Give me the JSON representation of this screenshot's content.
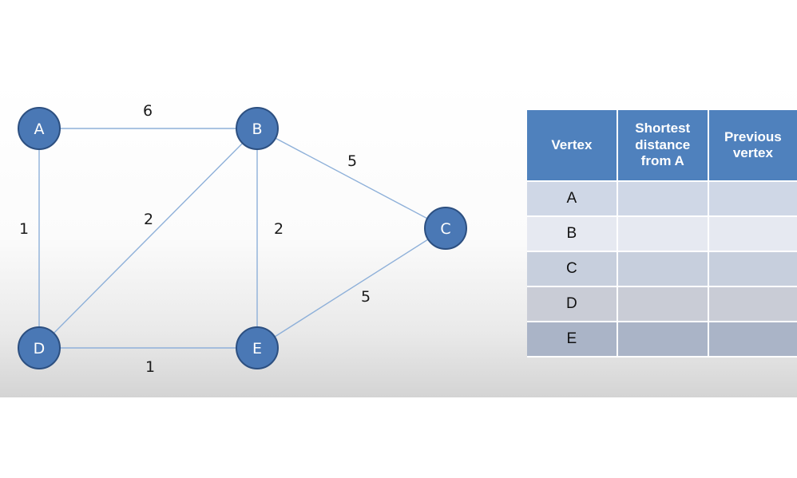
{
  "graph": {
    "nodes": {
      "A": "A",
      "B": "B",
      "C": "C",
      "D": "D",
      "E": "E"
    },
    "edges": [
      {
        "from": "A",
        "to": "B",
        "weight": "6"
      },
      {
        "from": "A",
        "to": "D",
        "weight": "1"
      },
      {
        "from": "B",
        "to": "D",
        "weight": "2"
      },
      {
        "from": "B",
        "to": "E",
        "weight": "2"
      },
      {
        "from": "B",
        "to": "C",
        "weight": "5"
      },
      {
        "from": "D",
        "to": "E",
        "weight": "1"
      },
      {
        "from": "E",
        "to": "C",
        "weight": "5"
      }
    ],
    "colors": {
      "node_fill": "#4a78b5",
      "edge": "#8eb0d9",
      "table_header": "#4f81bd"
    }
  },
  "table": {
    "headers": {
      "vertex": "Vertex",
      "shortest_distance": "Shortest distance from A",
      "previous_vertex": "Previous vertex"
    },
    "rows": [
      {
        "vertex": "A",
        "distance": "",
        "previous": ""
      },
      {
        "vertex": "B",
        "distance": "",
        "previous": ""
      },
      {
        "vertex": "C",
        "distance": "",
        "previous": ""
      },
      {
        "vertex": "D",
        "distance": "",
        "previous": ""
      },
      {
        "vertex": "E",
        "distance": "",
        "previous": ""
      }
    ]
  }
}
